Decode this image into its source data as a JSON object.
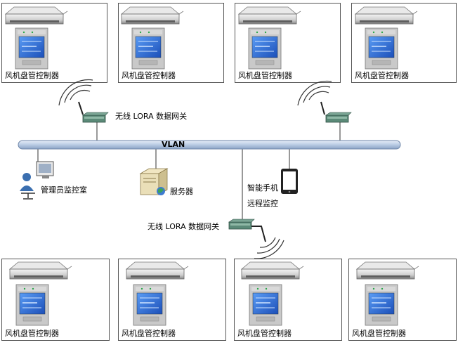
{
  "top_units": [
    {
      "label": "风机盘管控制器"
    },
    {
      "label": "风机盘管控制器"
    },
    {
      "label": "风机盘管控制器"
    },
    {
      "label": "风机盘管控制器"
    }
  ],
  "bottom_units": [
    {
      "label": "风机盘管控制器"
    },
    {
      "label": "风机盘管控制器"
    },
    {
      "label": "风机盘管控制器"
    },
    {
      "label": "风机盘管控制器"
    }
  ],
  "network": {
    "bus_label": "VLAN",
    "gateway_top_label": "无线 LORA 数据网关",
    "gateway_bottom_label": "无线 LORA 数据网关",
    "admin_label": "管理员监控室",
    "server_label": "服务器",
    "phone_label_line1": "智能手机",
    "phone_label_line2": "远程监控"
  },
  "colors": {
    "bus": "#c9d7ea",
    "screen": "#2f6fd6",
    "panel": "#c8c8c8",
    "gateway": "#4a7a6a"
  }
}
